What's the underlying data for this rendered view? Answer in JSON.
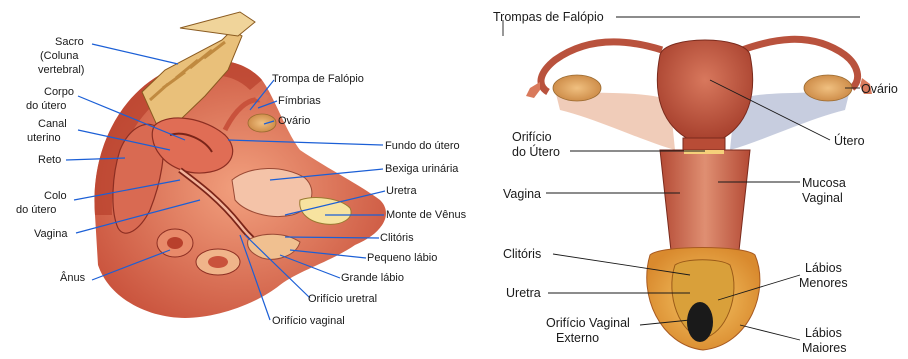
{
  "left_panel": {
    "labels": {
      "sacro_1": "Sacro",
      "sacro_2": "(Coluna",
      "sacro_3": "vertebral)",
      "corpo_1": "Corpo",
      "corpo_2": "do útero",
      "canal_1": "Canal",
      "canal_2": "uterino",
      "reto": "Reto",
      "colo_1": "Colo",
      "colo_2": "do útero",
      "vagina": "Vagina",
      "anus": "Ânus",
      "trompas": "Trompa de Falópio",
      "fimbrias": "Fímbrias",
      "ovario": "Ovário",
      "fundo": "Fundo do útero",
      "bexiga": "Bexiga urinária",
      "uretra": "Uretra",
      "monte": "Monte de Vênus",
      "clitoris": "Clitóris",
      "pequeno": "Pequeno lábio",
      "grande": "Grande lábio",
      "orificio_uretral": "Orifício uretral",
      "orificio_vaginal": "Orifício vaginal"
    }
  },
  "right_panel": {
    "labels": {
      "trompas": "Trompas de Falópio",
      "ovario": "Ovário",
      "utero": "Útero",
      "orificio_utero_1": "Orifício",
      "orificio_utero_2": "do Útero",
      "vagina": "Vagina",
      "mucosa_1": "Mucosa",
      "mucosa_2": "Vaginal",
      "clitoris": "Clitóris",
      "uretra": "Uretra",
      "labios_menores_1": "Lábios",
      "labios_menores_2": "Menores",
      "orificio_ext_1": "Orifício Vaginal",
      "orificio_ext_2": "Externo",
      "labios_maiores_1": "Lábios",
      "labios_maiores_2": "Maiores"
    }
  }
}
